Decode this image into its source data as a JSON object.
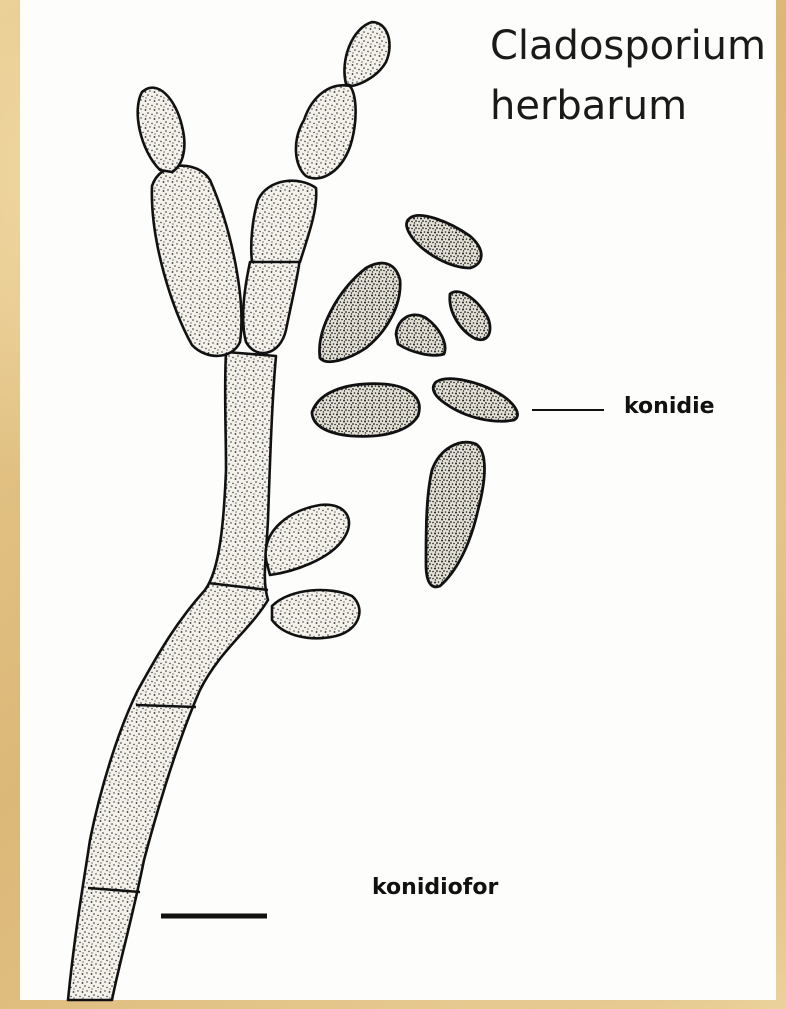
{
  "figure": {
    "title_line_1": "Cladosporium",
    "title_line_2": "herbarum"
  },
  "labels": {
    "conidia": "konidie",
    "conidiophore": "konidiofor"
  },
  "colors": {
    "background": "#e6c88a",
    "paper": "#fdfdfb",
    "ink": "#111111",
    "cell_fill": "#f3f1ea",
    "stipple": "#2a2a2a"
  }
}
